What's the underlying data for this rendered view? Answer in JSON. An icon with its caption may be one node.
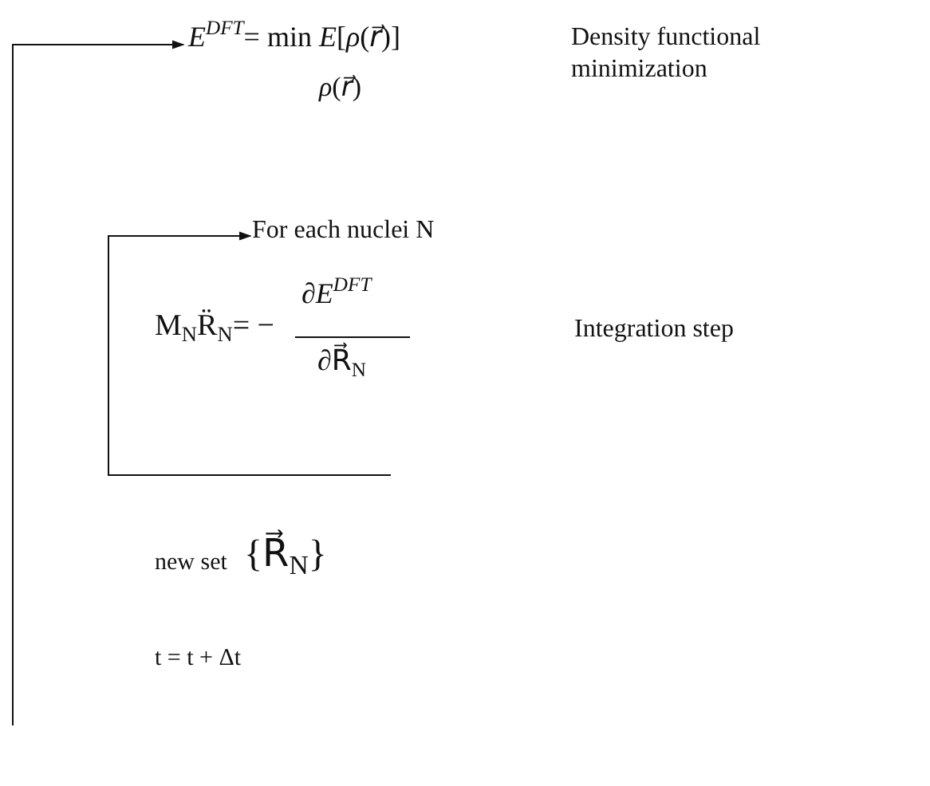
{
  "diagram": {
    "nodes": [
      {
        "text": [
          "*E*$^{DFT}$= min *E*[*ρ*(*r⃗*)]",
          "*ρ*(*r⃗*)"
        ]
      },
      {
        "text": [
          "For each nuclei N"
        ]
      },
      {
        "text": [
          "M$_{N}$R̈$_{N}$= −",
          "∂*E*$^{DFT}$",
          "∂R⃗$_{N}$"
        ]
      },
      {
        "text": [
          "new set",
          "{R⃗$_{N}$}"
        ]
      },
      {
        "text": [
          "t = t + Δt"
        ]
      }
    ],
    "edges": [
      {
        "from": null,
        "to": 0,
        "arrow": "to"
      },
      {
        "from": null,
        "to": 1,
        "arrow": "to"
      }
    ],
    "labels": [
      "Density functional minimization",
      "Integration step"
    ]
  }
}
